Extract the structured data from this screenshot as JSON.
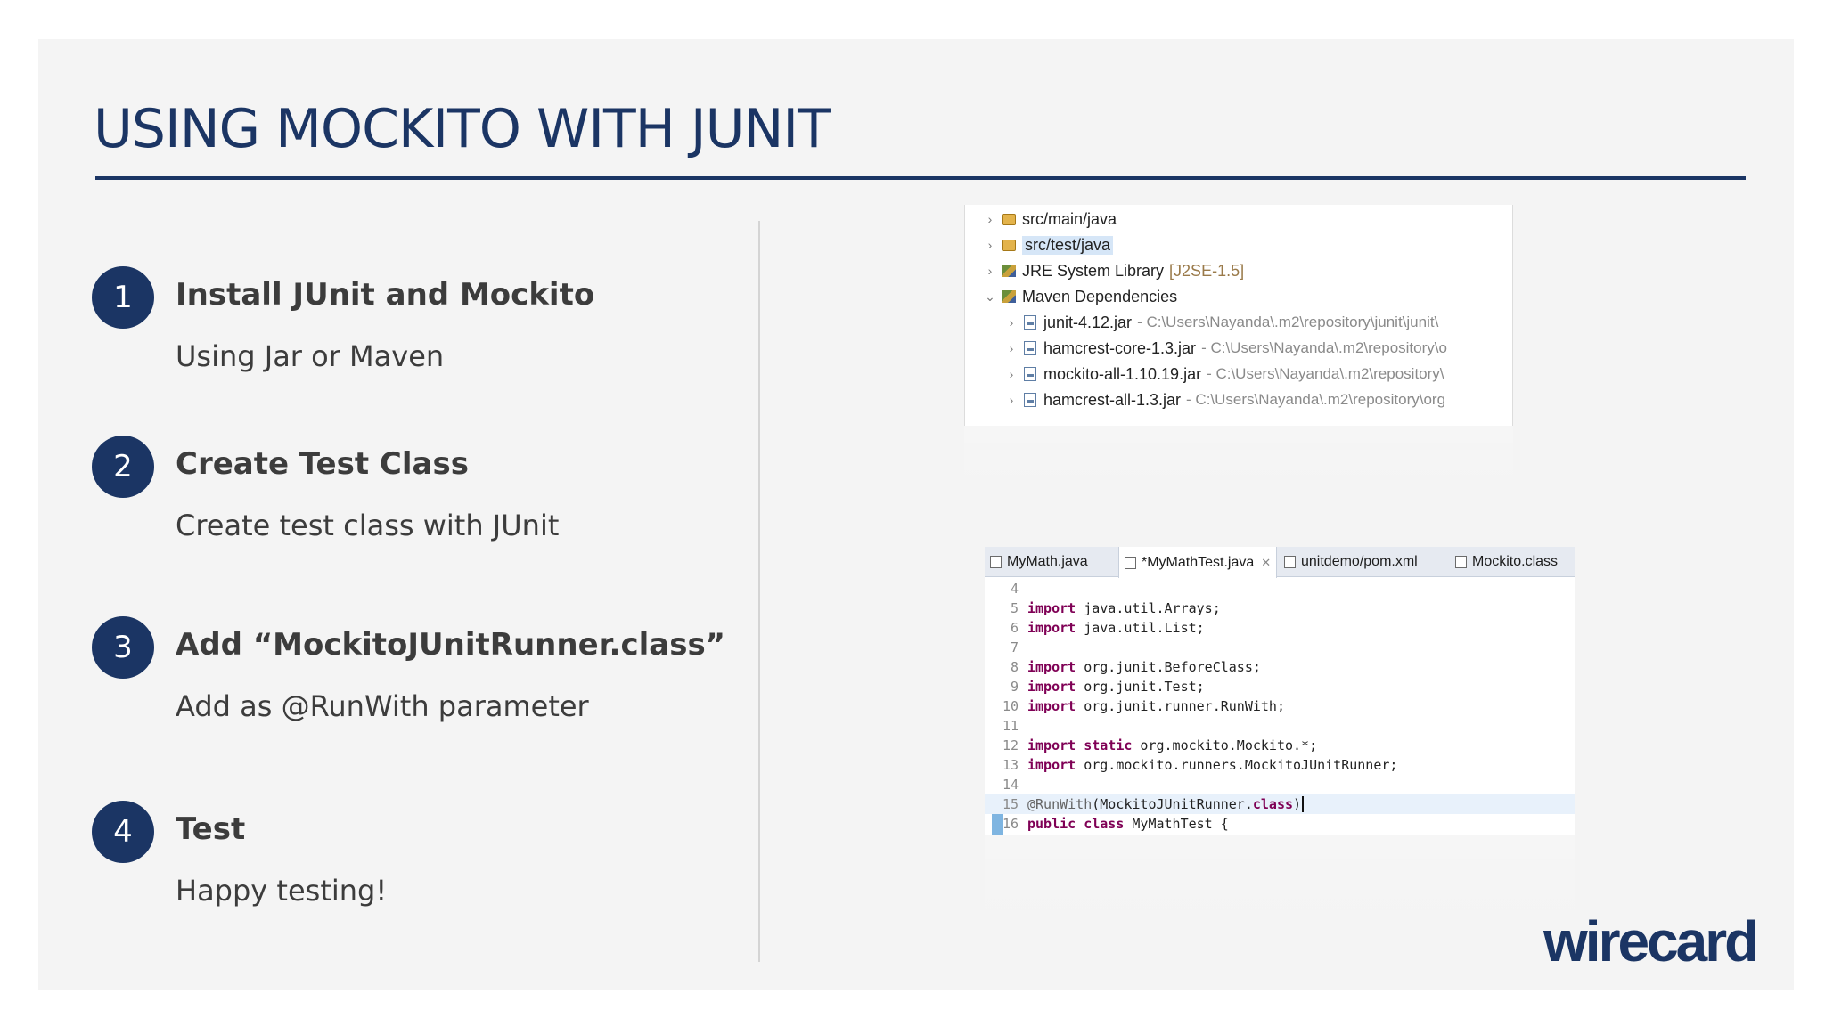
{
  "slide": {
    "title": "USING MOCKITO WITH JUNIT",
    "steps": [
      {
        "num": "1",
        "title": "Install JUnit and Mockito",
        "subtitle": "Using Jar or Maven"
      },
      {
        "num": "2",
        "title": "Create Test Class",
        "subtitle": "Create test class with JUnit"
      },
      {
        "num": "3",
        "title": "Add “MockitoJUnitRunner.class”",
        "subtitle": "Add as @RunWith parameter"
      },
      {
        "num": "4",
        "title": "Test",
        "subtitle": "Happy testing!"
      }
    ],
    "logo": "wirecard",
    "colors": {
      "accent": "#1b3564",
      "background": "#f4f4f4",
      "text": "#3c3c3c"
    }
  },
  "tree": {
    "rows": [
      {
        "name": "src/main/java",
        "detail": ""
      },
      {
        "name": "src/test/java",
        "detail": ""
      },
      {
        "name": "JRE System Library",
        "detail": "[J2SE-1.5]"
      },
      {
        "name": "Maven Dependencies",
        "detail": ""
      },
      {
        "name": "junit-4.12.jar",
        "detail": "- C:\\Users\\Nayanda\\.m2\\repository\\junit\\junit\\"
      },
      {
        "name": "hamcrest-core-1.3.jar",
        "detail": "- C:\\Users\\Nayanda\\.m2\\repository\\o"
      },
      {
        "name": "mockito-all-1.10.19.jar",
        "detail": "- C:\\Users\\Nayanda\\.m2\\repository\\"
      },
      {
        "name": "hamcrest-all-1.3.jar",
        "detail": "- C:\\Users\\Nayanda\\.m2\\repository\\org"
      }
    ]
  },
  "editor": {
    "tabs": [
      "MyMath.java",
      "*MyMathTest.java",
      "unitdemo/pom.xml",
      "Mockito.class"
    ],
    "lines": [
      {
        "n": "4",
        "kw": "",
        "rest": ""
      },
      {
        "n": "5",
        "kw": "import",
        "rest": " java.util.Arrays;"
      },
      {
        "n": "6",
        "kw": "import",
        "rest": " java.util.List;"
      },
      {
        "n": "7",
        "kw": "",
        "rest": ""
      },
      {
        "n": "8",
        "kw": "import",
        "rest": " org.junit.BeforeClass;"
      },
      {
        "n": "9",
        "kw": "import",
        "rest": " org.junit.Test;"
      },
      {
        "n": "10",
        "kw": "import",
        "rest": " org.junit.runner.RunWith;"
      },
      {
        "n": "11",
        "kw": "",
        "rest": ""
      },
      {
        "n": "12",
        "kw": "import static",
        "rest": " org.mockito.Mockito.*;"
      },
      {
        "n": "13",
        "kw": "import",
        "rest": " org.mockito.runners.MockitoJUnitRunner;"
      },
      {
        "n": "14",
        "kw": "",
        "rest": ""
      }
    ],
    "runwith_line": {
      "n": "15",
      "ann": "@RunWith",
      "arg": "(MockitoJUnitRunner.",
      "kw": "class",
      "close": ")"
    },
    "class_line": {
      "n": "16",
      "kw": "public class",
      "rest": " MyMathTest {"
    }
  }
}
